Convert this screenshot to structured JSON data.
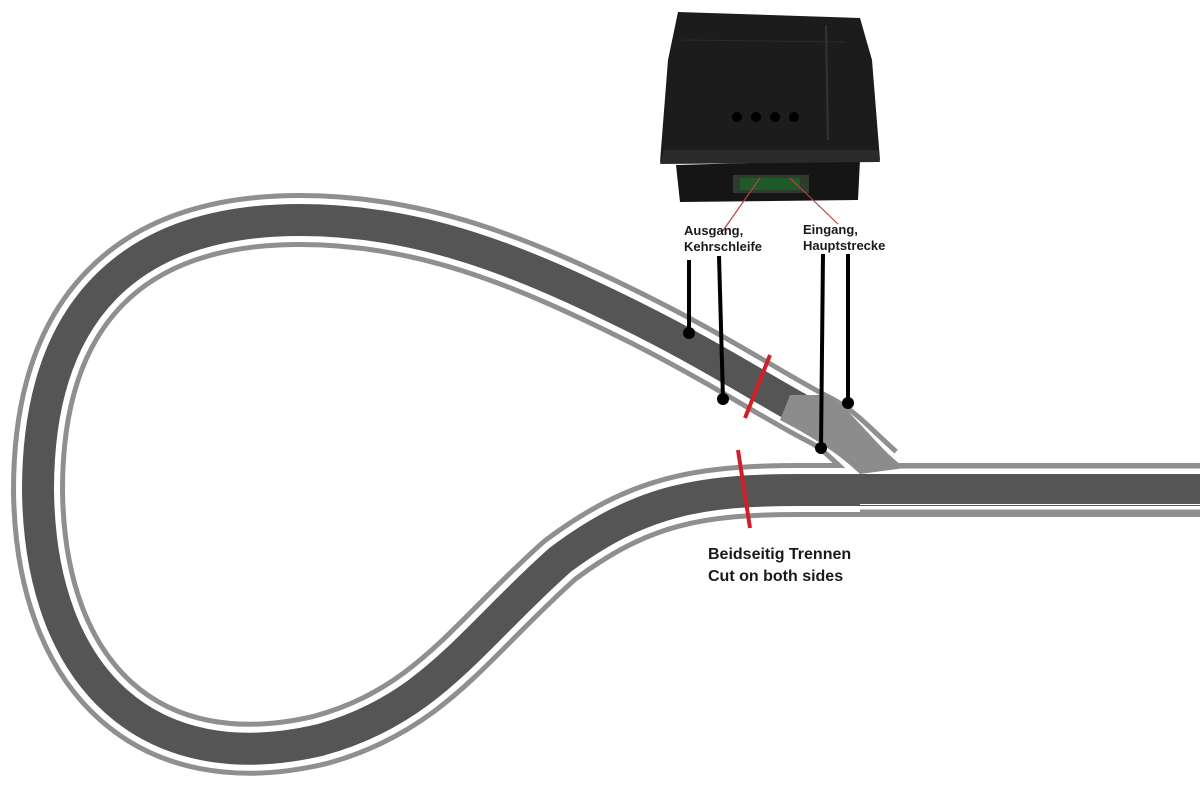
{
  "labels": {
    "output_line1": "Ausgang,",
    "output_line2": "Kehrschleife",
    "input_line1": "Eingang,",
    "input_line2": "Hauptstrecke",
    "cut_de": "Beidseitig Trennen",
    "cut_en": "Cut on both sides"
  },
  "colors": {
    "sleeper": "#555555",
    "rail_outline": "#8f8f8f",
    "gap": "#ffffff",
    "switch_section": "#8c8c8c",
    "cut_mark": "#d11f2a",
    "wire": "#000000",
    "module_body": "#1c1c1c"
  }
}
